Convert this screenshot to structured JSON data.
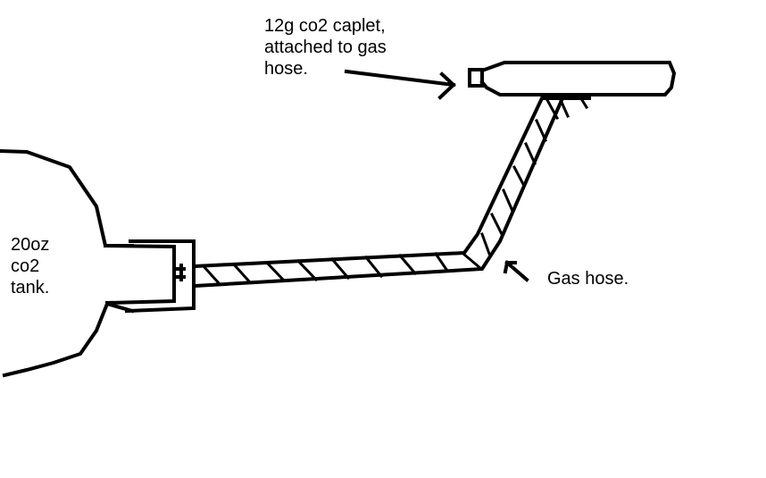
{
  "labels": {
    "caplet": "12g co2 caplet,\nattached to gas\nhose.",
    "tank": "20oz\nco2\ntank.",
    "hose": "Gas hose."
  },
  "colors": {
    "ink": "#000000",
    "background": "#ffffff"
  }
}
